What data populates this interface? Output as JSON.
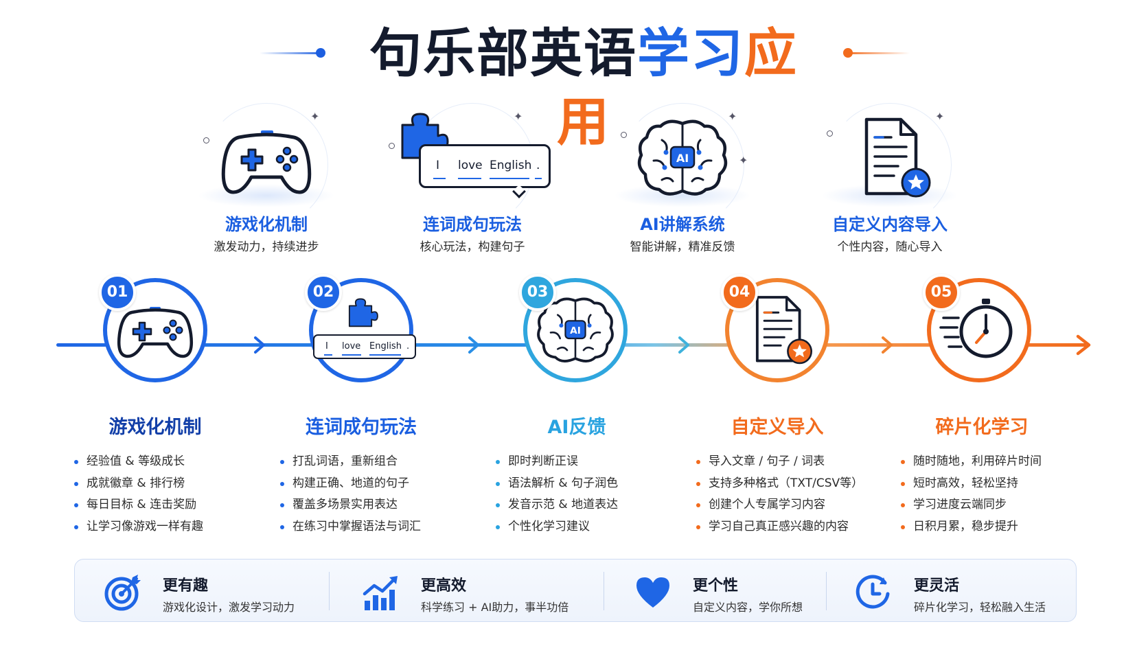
{
  "title": {
    "part1": "句乐部英语",
    "part2": "学习",
    "part3": "应用"
  },
  "colors": {
    "blue": "#1f66e5",
    "dark_blue": "#123fa8",
    "cyan": "#29a3e0",
    "orange": "#f26b1d",
    "dark": "#141b2d"
  },
  "features": [
    {
      "icon": "gamepad-icon",
      "title": "游戏化机制",
      "subtitle": "激发动力，持续进步"
    },
    {
      "icon": "puzzle-sentence-icon",
      "title": "连词成句玩法",
      "subtitle": "核心玩法，构建句子",
      "sentence": [
        "I",
        "love",
        "English",
        "."
      ]
    },
    {
      "icon": "ai-brain-icon",
      "title": "AI讲解系统",
      "subtitle": "智能讲解，精准反馈",
      "ai_label": "AI"
    },
    {
      "icon": "document-star-icon",
      "title": "自定义内容导入",
      "subtitle": "个性内容，随心导入"
    }
  ],
  "steps": [
    {
      "num": "01",
      "icon": "gamepad-icon",
      "title": "游戏化机制",
      "bullets": [
        "经验值 & 等级成长",
        "成就徽章 & 排行榜",
        "每日目标 & 连击奖励",
        "让学习像游戏一样有趣"
      ]
    },
    {
      "num": "02",
      "icon": "puzzle-sentence-icon",
      "title": "连词成句玩法",
      "sentence": [
        "I",
        "love",
        "English",
        "."
      ],
      "bullets": [
        "打乱词语，重新组合",
        "构建正确、地道的句子",
        "覆盖多场景实用表达",
        "在练习中掌握语法与词汇"
      ]
    },
    {
      "num": "03",
      "icon": "ai-brain-icon",
      "title": "AI反馈",
      "ai_label": "AI",
      "bullets": [
        "即时判断正误",
        "语法解析 & 句子润色",
        "发音示范 & 地道表达",
        "个性化学习建议"
      ]
    },
    {
      "num": "04",
      "icon": "document-star-icon",
      "title": "自定义导入",
      "bullets": [
        "导入文章 / 句子 / 词表",
        "支持多种格式（TXT/CSV等）",
        "创建个人专属学习内容",
        "学习自己真正感兴趣的内容"
      ]
    },
    {
      "num": "05",
      "icon": "stopwatch-icon",
      "title": "碎片化学习",
      "bullets": [
        "随时随地，利用碎片时间",
        "短时高效，轻松坚持",
        "学习进度云端同步",
        "日积月累，稳步提升"
      ]
    }
  ],
  "benefits": [
    {
      "icon": "target-icon",
      "title": "更有趣",
      "subtitle": "游戏化设计，激发学习动力"
    },
    {
      "icon": "growth-chart-icon",
      "title": "更高效",
      "subtitle": "科学练习 + AI助力，事半功倍"
    },
    {
      "icon": "heart-icon",
      "title": "更个性",
      "subtitle": "自定义内容，学你所想"
    },
    {
      "icon": "clock-icon",
      "title": "更灵活",
      "subtitle": "碎片化学习，轻松融入生活"
    }
  ]
}
